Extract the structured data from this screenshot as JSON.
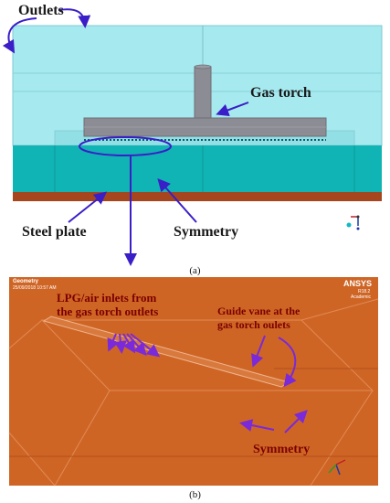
{
  "panel_a": {
    "labels": {
      "outlets": "Outlets",
      "gas_torch": "Gas torch",
      "steel_plate": "Steel plate",
      "symmetry": "Symmetry"
    },
    "caption": "(a)"
  },
  "panel_b": {
    "labels": {
      "inlets_line1": "LPG/air inlets from",
      "inlets_line2": "the gas torch outlets",
      "guide_line1": "Guide vane at the",
      "guide_line2": "gas torch oulets",
      "symmetry": "Symmetry"
    },
    "header_geometry": "Geometry",
    "header_sub": "25/09/2018 10:57 AM",
    "ansys_brand": "ANSYS",
    "ansys_version": "R18.2",
    "ansys_edition": "Academic",
    "caption": "(b)"
  },
  "colors": {
    "air_domain": "#9fe7ee",
    "gas_region": "#0fb3b3",
    "steel_plate": "#a5461f",
    "torch": "#8a8a92",
    "arrow": "#3a1ec8",
    "orange_field": "#cf6525"
  }
}
